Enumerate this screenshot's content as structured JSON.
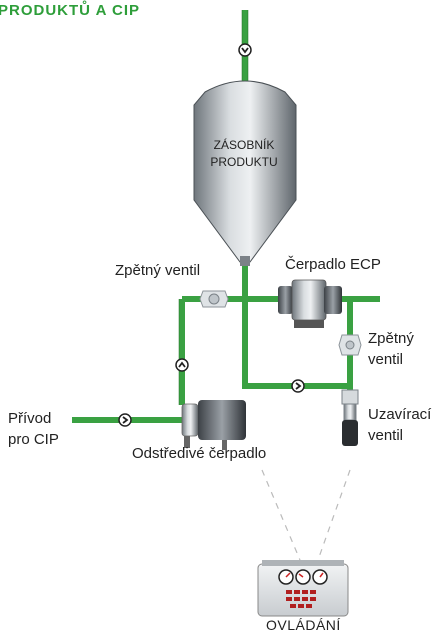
{
  "header": {
    "title": "PRODUKTŮ A CIP"
  },
  "colors": {
    "accent": "#2e9e3a",
    "pipe": "#3aa142",
    "pipe_dark": "#1f6e26",
    "steel": "#a9aeb3"
  },
  "tank": {
    "line1": "ZÁSOBNÍK",
    "line2": "PRODUKTU"
  },
  "labels": {
    "check_valve_left": "Zpětný ventil",
    "pump_ecp": "Čerpadlo ECP",
    "check_valve_right_1": "Zpětný",
    "check_valve_right_2": "ventil",
    "shutoff_valve_1": "Uzavírací",
    "shutoff_valve_2": "ventil",
    "cip_inlet_1": "Přívod",
    "cip_inlet_2": "pro CIP",
    "centrifugal_pump": "Odstředivé čerpadlo",
    "control": "OVLÁDÁNÍ"
  },
  "icons": [
    "flow-arrow-icon",
    "check-valve-icon",
    "pump-icon",
    "control-panel-icon",
    "gauge-icon"
  ]
}
